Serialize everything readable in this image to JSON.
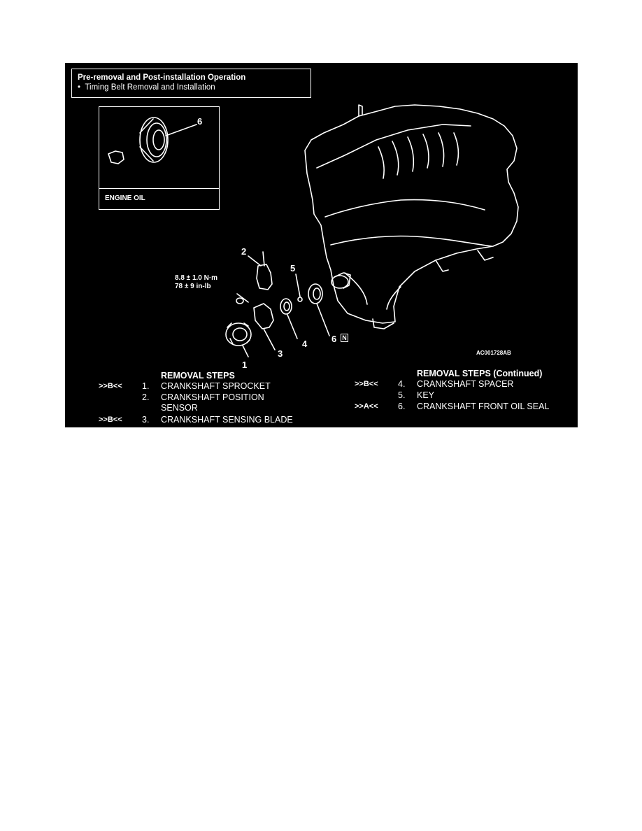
{
  "pre_op": {
    "title": "Pre-removal and Post-installation Operation",
    "bullet": "Timing Belt Removal and Installation"
  },
  "inset": {
    "callout": "6",
    "caption": "ENGINE OIL"
  },
  "callouts": {
    "c1": "1",
    "c2": "2",
    "c3": "3",
    "c4": "4",
    "c5": "5",
    "c6": "6",
    "c6_badge": "N"
  },
  "torque": {
    "metric": "8.8 ± 1.0 N·m",
    "imperial": "78 ± 9 in-lb"
  },
  "figure_id": "AC001728AB",
  "removal_steps": {
    "heading_left": "REMOVAL STEPS",
    "heading_right": "REMOVAL STEPS (Continued)",
    "left": [
      {
        "proc": ">>B<<",
        "num": "1.",
        "name": "CRANKSHAFT SPROCKET"
      },
      {
        "proc": "",
        "num": "2.",
        "name": "CRANKSHAFT POSITION SENSOR"
      },
      {
        "proc": ">>B<<",
        "num": "3.",
        "name": "CRANKSHAFT SENSING BLADE"
      }
    ],
    "right": [
      {
        "proc": ">>B<<",
        "num": "4.",
        "name": "CRANKSHAFT SPACER"
      },
      {
        "proc": "",
        "num": "5.",
        "name": "KEY"
      },
      {
        "proc": ">>A<<",
        "num": "6.",
        "name": "CRANKSHAFT FRONT OIL SEAL"
      }
    ]
  }
}
